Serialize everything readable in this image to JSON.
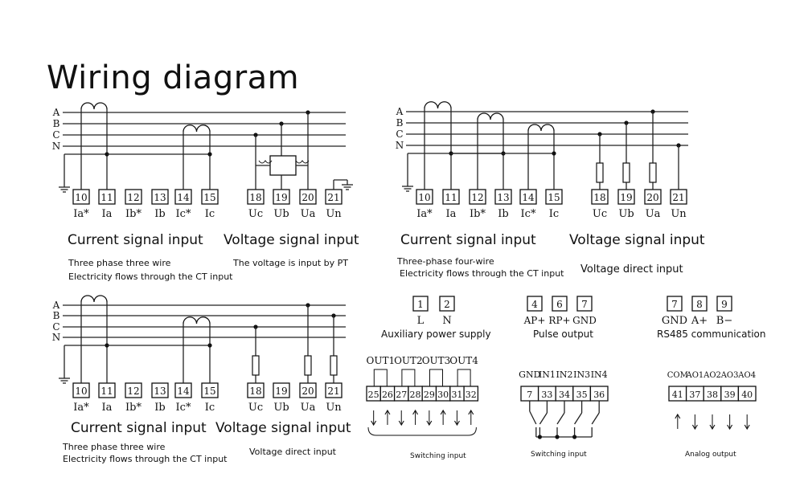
{
  "title": "Wiring diagram",
  "phase_labels": [
    "A",
    "B",
    "C",
    "N"
  ],
  "d1": {
    "terminals": [
      {
        "n": "10",
        "l": "Ia*"
      },
      {
        "n": "11",
        "l": "Ia"
      },
      {
        "n": "12",
        "l": "Ib*"
      },
      {
        "n": "13",
        "l": "Ib"
      },
      {
        "n": "14",
        "l": "Ic*"
      },
      {
        "n": "15",
        "l": "Ic"
      },
      {
        "n": "18",
        "l": "Uc"
      },
      {
        "n": "19",
        "l": "Ub"
      },
      {
        "n": "20",
        "l": "Ua"
      },
      {
        "n": "21",
        "l": "Un"
      }
    ],
    "current_heading": "Current signal input",
    "voltage_heading": "Voltage signal input",
    "note_line1": "Three phase three wire",
    "note_line2": "Electricity flows through the CT input",
    "voltage_note": "The voltage is input by PT"
  },
  "d2": {
    "terminals": [
      {
        "n": "10",
        "l": "Ia*"
      },
      {
        "n": "11",
        "l": "Ia"
      },
      {
        "n": "12",
        "l": "Ib*"
      },
      {
        "n": "13",
        "l": "Ib"
      },
      {
        "n": "14",
        "l": "Ic*"
      },
      {
        "n": "15",
        "l": "Ic"
      },
      {
        "n": "18",
        "l": "Uc"
      },
      {
        "n": "19",
        "l": "Ub"
      },
      {
        "n": "20",
        "l": "Ua"
      },
      {
        "n": "21",
        "l": "Un"
      }
    ],
    "current_heading": "Current signal input",
    "voltage_heading": "Voltage signal input",
    "note_line1": "Three-phase four-wire",
    "note_line2": "Electricity flows through the CT input",
    "voltage_note": "Voltage direct input"
  },
  "d3": {
    "terminals": [
      {
        "n": "10",
        "l": "Ia*"
      },
      {
        "n": "11",
        "l": "Ia"
      },
      {
        "n": "12",
        "l": "Ib*"
      },
      {
        "n": "13",
        "l": "Ib"
      },
      {
        "n": "14",
        "l": "Ic*"
      },
      {
        "n": "15",
        "l": "Ic"
      },
      {
        "n": "18",
        "l": "Uc"
      },
      {
        "n": "19",
        "l": "Ub"
      },
      {
        "n": "20",
        "l": "Ua"
      },
      {
        "n": "21",
        "l": "Un"
      }
    ],
    "current_heading": "Current signal input",
    "voltage_heading": "Voltage signal input",
    "note_line1": "Three phase three wire",
    "note_line2": "Electricity flows through the CT input",
    "voltage_note": "Voltage direct input"
  },
  "aux": {
    "terminals": [
      {
        "n": "1",
        "l": "L"
      },
      {
        "n": "2",
        "l": "N"
      }
    ],
    "caption": "Auxiliary power supply"
  },
  "pulse": {
    "terminals": [
      {
        "n": "4",
        "l": "AP+"
      },
      {
        "n": "6",
        "l": "RP+"
      },
      {
        "n": "7",
        "l": "GND"
      }
    ],
    "caption": "Pulse output"
  },
  "rs485": {
    "terminals": [
      {
        "n": "7",
        "l": "GND"
      },
      {
        "n": "8",
        "l": "A+"
      },
      {
        "n": "9",
        "l": "B−"
      }
    ],
    "caption": "RS485 communication"
  },
  "sw_out": {
    "groups": [
      "OUT1",
      "OUT2",
      "OUT3",
      "OUT4"
    ],
    "terminals": [
      "25",
      "26",
      "27",
      "28",
      "29",
      "30",
      "31",
      "32"
    ],
    "caption": "Switching input"
  },
  "sw_in": {
    "labels": [
      "GND",
      "IN1",
      "IN2",
      "IN3",
      "IN4"
    ],
    "terminals": [
      "7",
      "33",
      "34",
      "35",
      "36"
    ],
    "caption": "Switching input"
  },
  "analog": {
    "labels": [
      "COM",
      "AO1",
      "AO2",
      "AO3",
      "AO4"
    ],
    "terminals": [
      "41",
      "37",
      "38",
      "39",
      "40"
    ],
    "caption": "Analog output"
  }
}
